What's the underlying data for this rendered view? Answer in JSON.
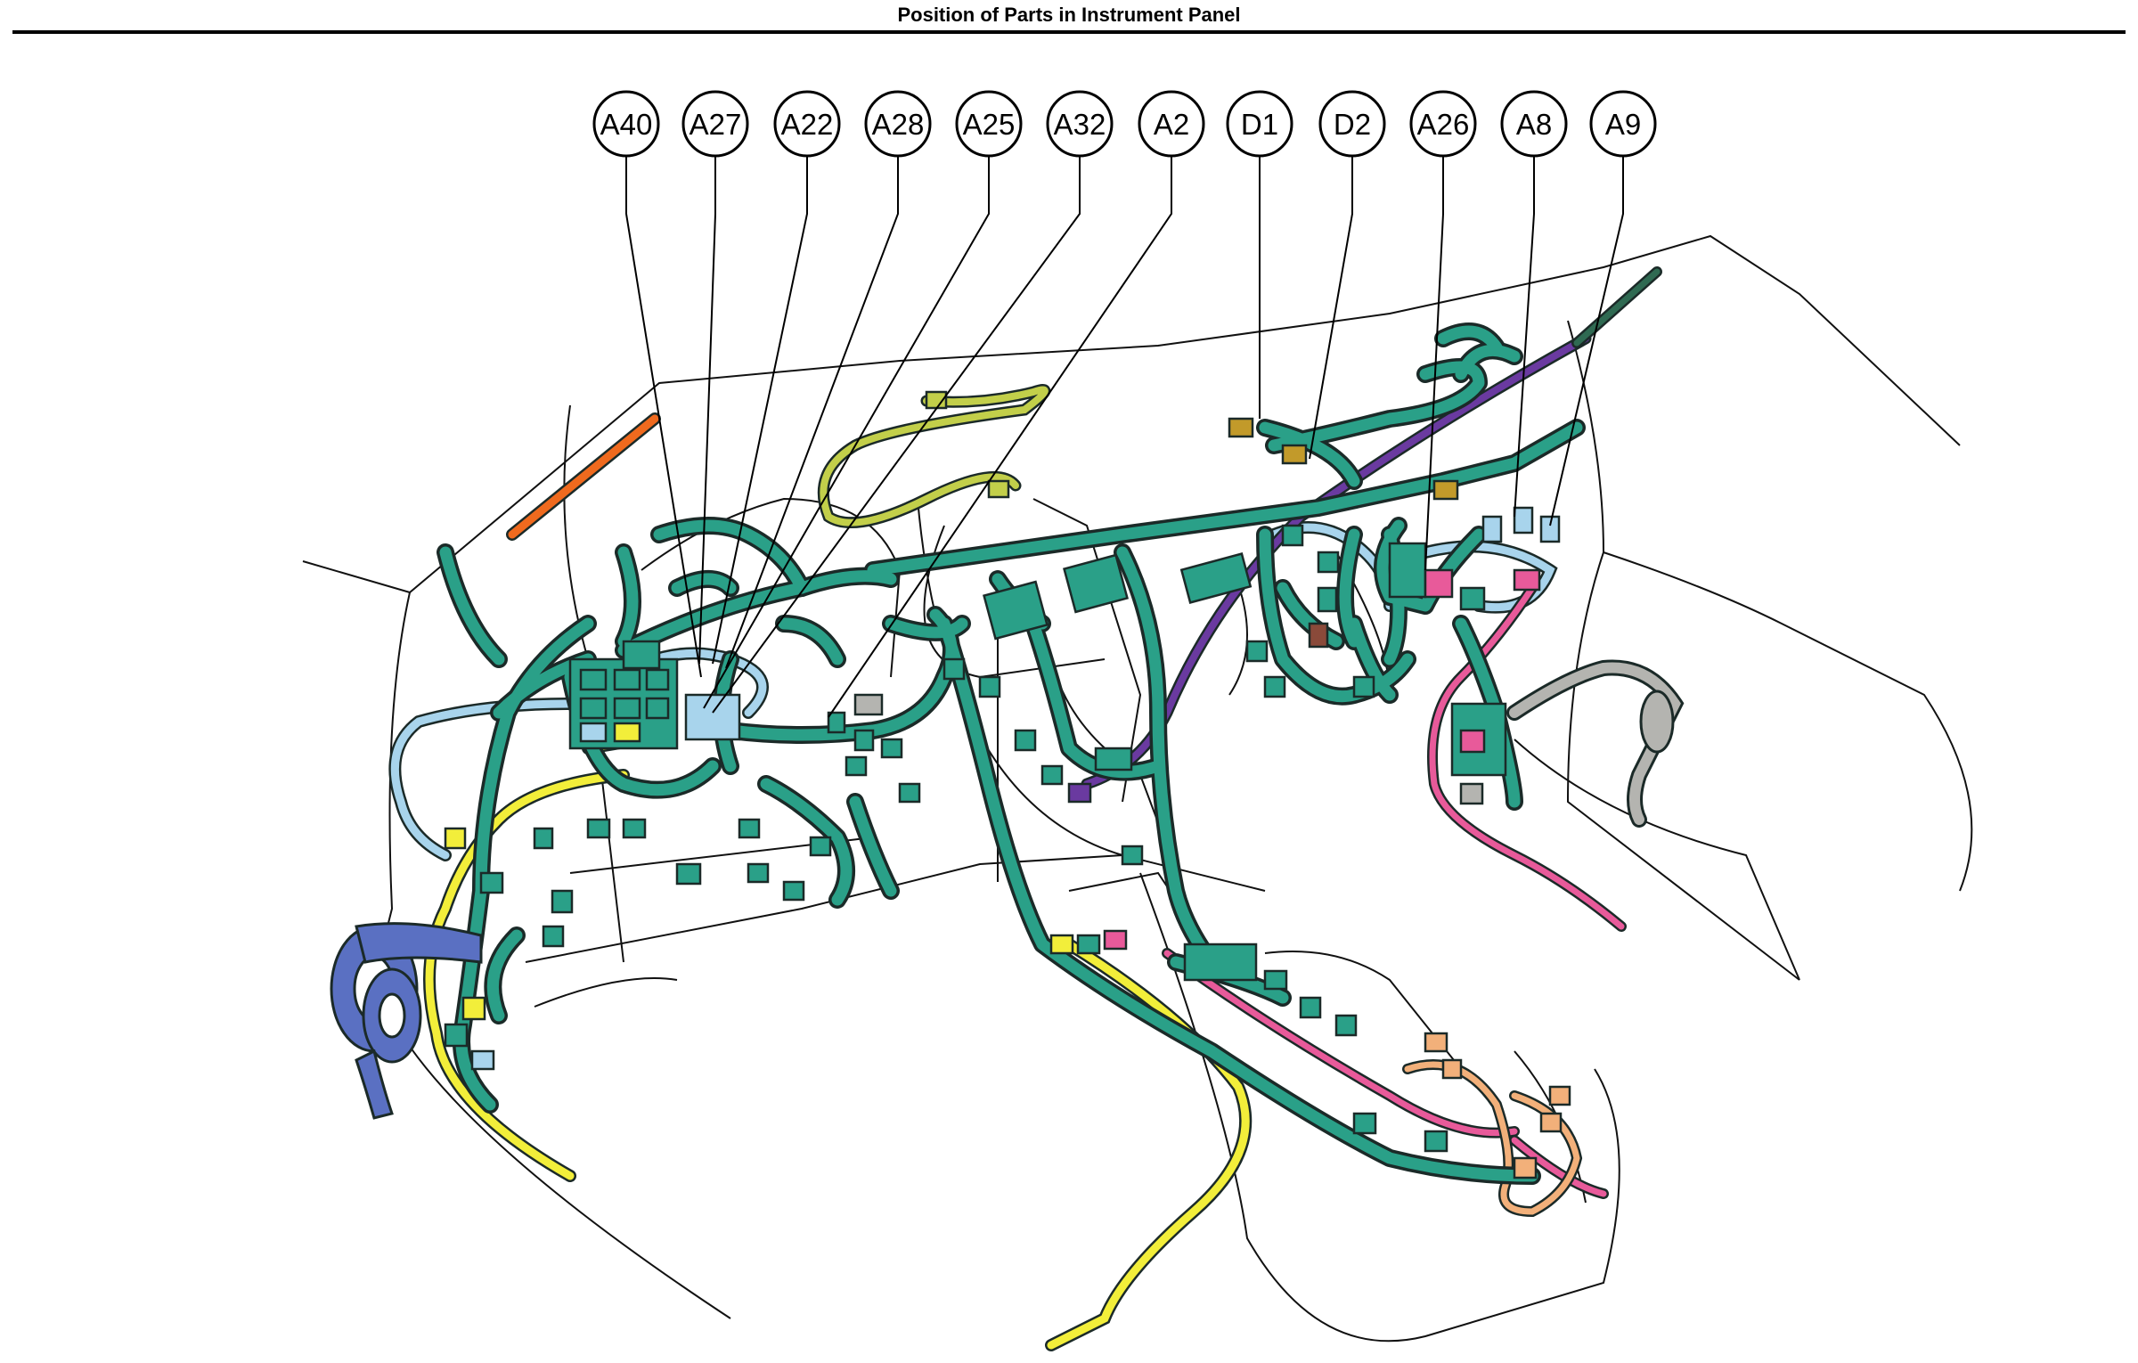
{
  "title": "Position of Parts in Instrument Panel",
  "callouts": [
    "A40",
    "A27",
    "A22",
    "A28",
    "A25",
    "A32",
    "A2",
    "D1",
    "D2",
    "A26",
    "A8",
    "A9"
  ],
  "colors": {
    "main_harness": "#2aa088",
    "harness_outline": "#1b2a28",
    "light_blue": "#a8d4ec",
    "yellow": "#f2ee3a",
    "orange": "#ef6a1e",
    "purple": "#6a3aa0",
    "pink": "#e85a9a",
    "steering_blue": "#5a70c2",
    "gray": "#b4b4b0",
    "olive": "#c2cf4a",
    "tan": "#f2b07a"
  }
}
